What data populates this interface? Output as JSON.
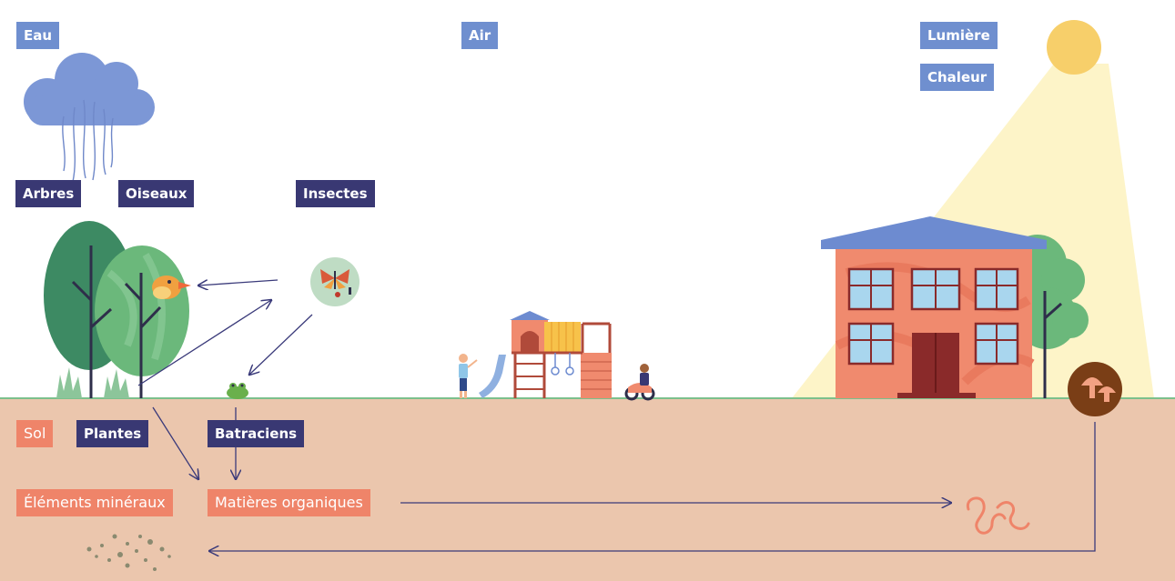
{
  "labels": {
    "eau": "Eau",
    "air": "Air",
    "lumiere": "Lumière",
    "chaleur": "Chaleur",
    "arbres": "Arbres",
    "oiseaux": "Oiseaux",
    "insectes": "Insectes",
    "sol": "Sol",
    "plantes": "Plantes",
    "batraciens": "Batraciens",
    "elements_mineraux": "Éléments minéraux",
    "matieres_organiques": "Matières organiques"
  },
  "colors": {
    "label_blue": "#6f8fcf",
    "label_navy": "#393873",
    "label_orange": "#ef8469",
    "soil": "#ebc6ad",
    "grass_line": "#7cc08c",
    "sun": "#f7cf6a",
    "sun_beam": "#fdf4c8",
    "cloud": "#7c97d6",
    "arrow": "#3a3a7a",
    "house_wall": "#f08a6e",
    "roof": "#6d8bd0"
  },
  "icons": [
    "rain-cloud-icon",
    "sun-icon",
    "tree-icon",
    "bird-icon",
    "insects-icon",
    "frog-icon",
    "worm-icon",
    "mushroom-icon",
    "minerals-icon",
    "house-icon",
    "playground-icon",
    "child-icon",
    "bicycle-icon",
    "grass-icon"
  ]
}
